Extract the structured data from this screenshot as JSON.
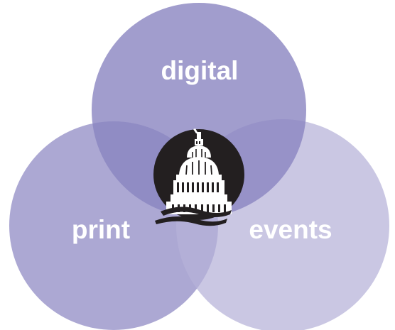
{
  "diagram": {
    "circles": [
      {
        "id": "digital",
        "label": "digital",
        "color": "#8a84c0"
      },
      {
        "id": "print",
        "label": "print",
        "color": "#9a95c9"
      },
      {
        "id": "events",
        "label": "events",
        "color": "#b6b2d8"
      }
    ],
    "center_logo": {
      "icon": "capitol-dome-icon",
      "background_color": "#231f20",
      "foreground_color": "#ffffff"
    }
  }
}
